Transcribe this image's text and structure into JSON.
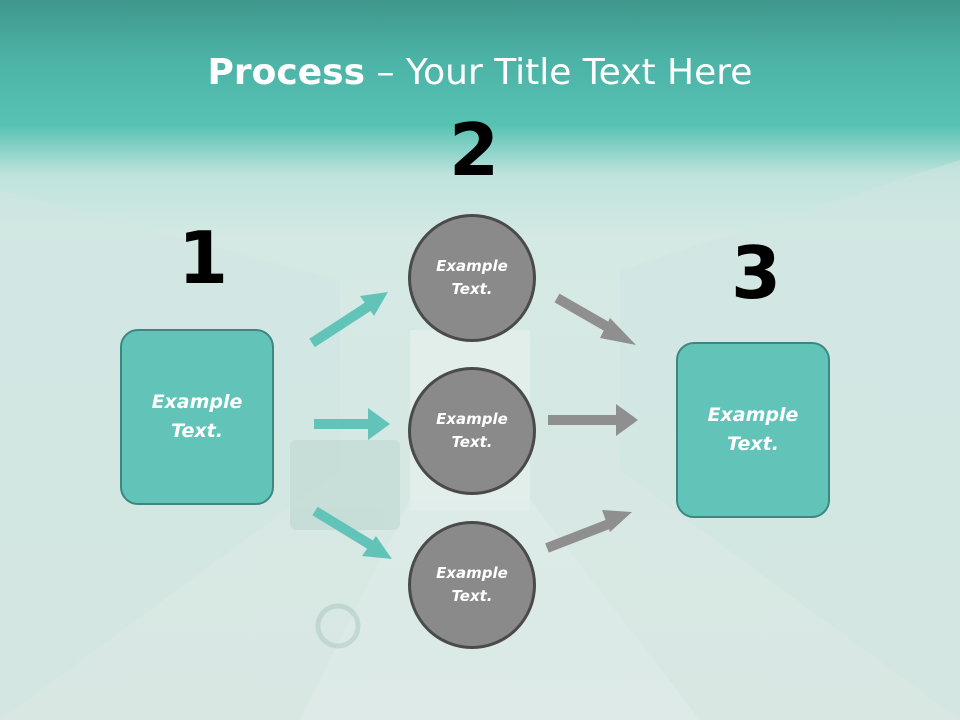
{
  "title": {
    "bold": "Process",
    "rest": " – Your Title Text Here"
  },
  "steps": [
    {
      "number": "1",
      "text": "Example Text."
    },
    {
      "number": "2",
      "items": [
        "Example Text.",
        "Example Text.",
        "Example Text."
      ]
    },
    {
      "number": "3",
      "text": "Example Text."
    }
  ],
  "colors": {
    "teal": "#62c4b9",
    "gray": "#8a8a8a",
    "title_band": "#4cb3a6"
  }
}
